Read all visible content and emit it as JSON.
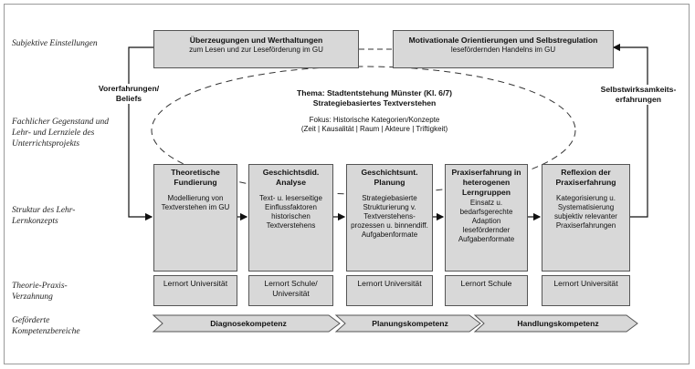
{
  "row_labels": {
    "subjektive": "Subjektive Einstellungen",
    "fachlicher": "Fachlicher Gegenstand und Lehr- und Lernziele des Unterrichtsprojekts",
    "struktur": "Struktur des Lehr-Lernkonzepts",
    "theorie_praxis": "Theorie-Praxis-Verzahnung",
    "kompetenz": "Geförderte Kompetenzbereiche"
  },
  "top_left": {
    "title": "Überzeugungen und Werthaltungen",
    "sub": "zum Lesen und zur Leseförderung im GU"
  },
  "top_right": {
    "title": "Motivationale Orientierungen und Selbstregulation",
    "sub": "lesefördernden Handelns im GU"
  },
  "left_arrow_label": "Vorerfahrungen/ Beliefs",
  "right_arrow_label": "Selbstwirksamkeits- erfahrungen",
  "theme": {
    "line1": "Thema: Stadtentstehung Münster (Kl. 6/7)",
    "line2": "Strategiebasiertes Textverstehen",
    "fokus1": "Fokus: Historische Kategorien/Konzepte",
    "fokus2": "(Zeit | Kausalität | Raum | Akteure | Triftigkeit)"
  },
  "columns": [
    {
      "title": "Theoretische Fundierung",
      "body": "Modellierung von Textverstehen im GU",
      "lernort": "Lernort Universität"
    },
    {
      "title": "Geschichtsdid. Analyse",
      "body": "Text- u. leserseitige Einflussfaktoren historischen Textverstehens",
      "lernort": "Lernort Schule/ Universität"
    },
    {
      "title": "Geschichtsunt. Planung",
      "body": "Strategiebasierte Strukturierung v. Textverstehens-prozessen u. binnendiff. Aufgabenformate",
      "lernort": "Lernort Universität"
    },
    {
      "title": "Praxiserfahrung in heterogenen Lerngruppen",
      "body": "Einsatz u. bedarfsgerechte Adaption lesefördernder Aufgabenformate",
      "lernort": "Lernort Schule"
    },
    {
      "title": "Reflexion der Praxiserfahrung",
      "body": "Kategorisierung u. Systematisierung subjektiv relevanter Praxiserfahrungen",
      "lernort": "Lernort Universität"
    }
  ],
  "competencies": [
    "Diagnosekompetenz",
    "Planungskompetenz",
    "Handlungskompetenz"
  ]
}
